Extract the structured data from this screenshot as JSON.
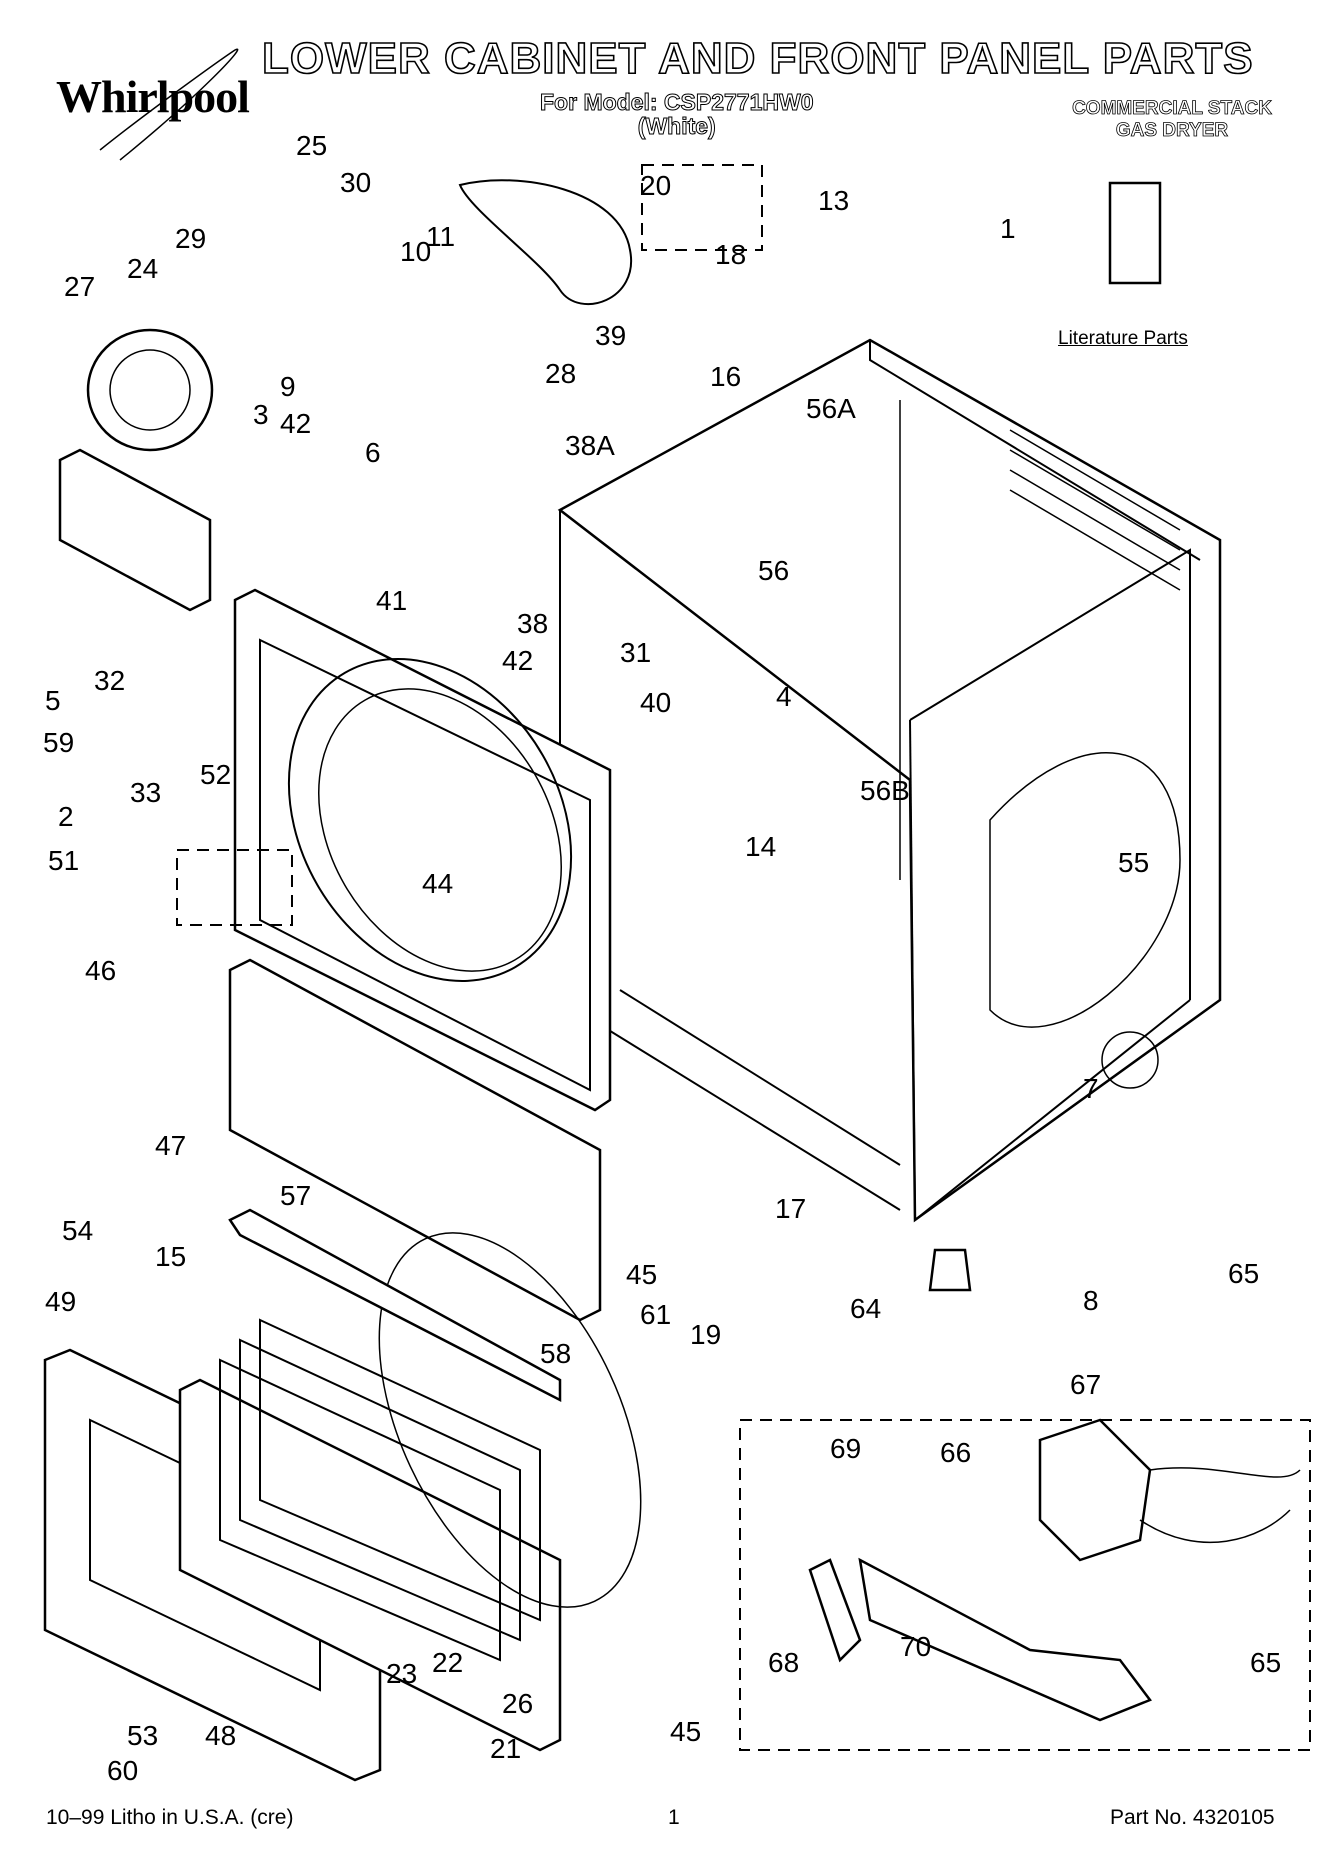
{
  "header": {
    "brand": "Whirlpool",
    "title": "LOWER CABINET AND FRONT PANEL PARTS",
    "model_line": "For Model: CSP2771HW0",
    "color_line": "(White)",
    "product_line1": "COMMERCIAL STACK",
    "product_line2": "GAS DRYER"
  },
  "literature_label": "Literature Parts",
  "footer": {
    "left": "10–99 Litho in U.S.A. (cre)",
    "center": "1",
    "right": "Part No. 4320105"
  },
  "callouts": [
    "1",
    "2",
    "3",
    "4",
    "5",
    "6",
    "7",
    "8",
    "9",
    "10",
    "11",
    "13",
    "14",
    "15",
    "16",
    "17",
    "18",
    "19",
    "20",
    "21",
    "22",
    "23",
    "24",
    "25",
    "26",
    "27",
    "28",
    "29",
    "30",
    "31",
    "32",
    "33",
    "38",
    "38A",
    "39",
    "40",
    "41",
    "42",
    "44",
    "45",
    "46",
    "47",
    "48",
    "49",
    "51",
    "52",
    "53",
    "54",
    "55",
    "56",
    "56A",
    "56B",
    "57",
    "58",
    "59",
    "60",
    "61",
    "64",
    "65",
    "66",
    "67",
    "68",
    "69",
    "70"
  ]
}
